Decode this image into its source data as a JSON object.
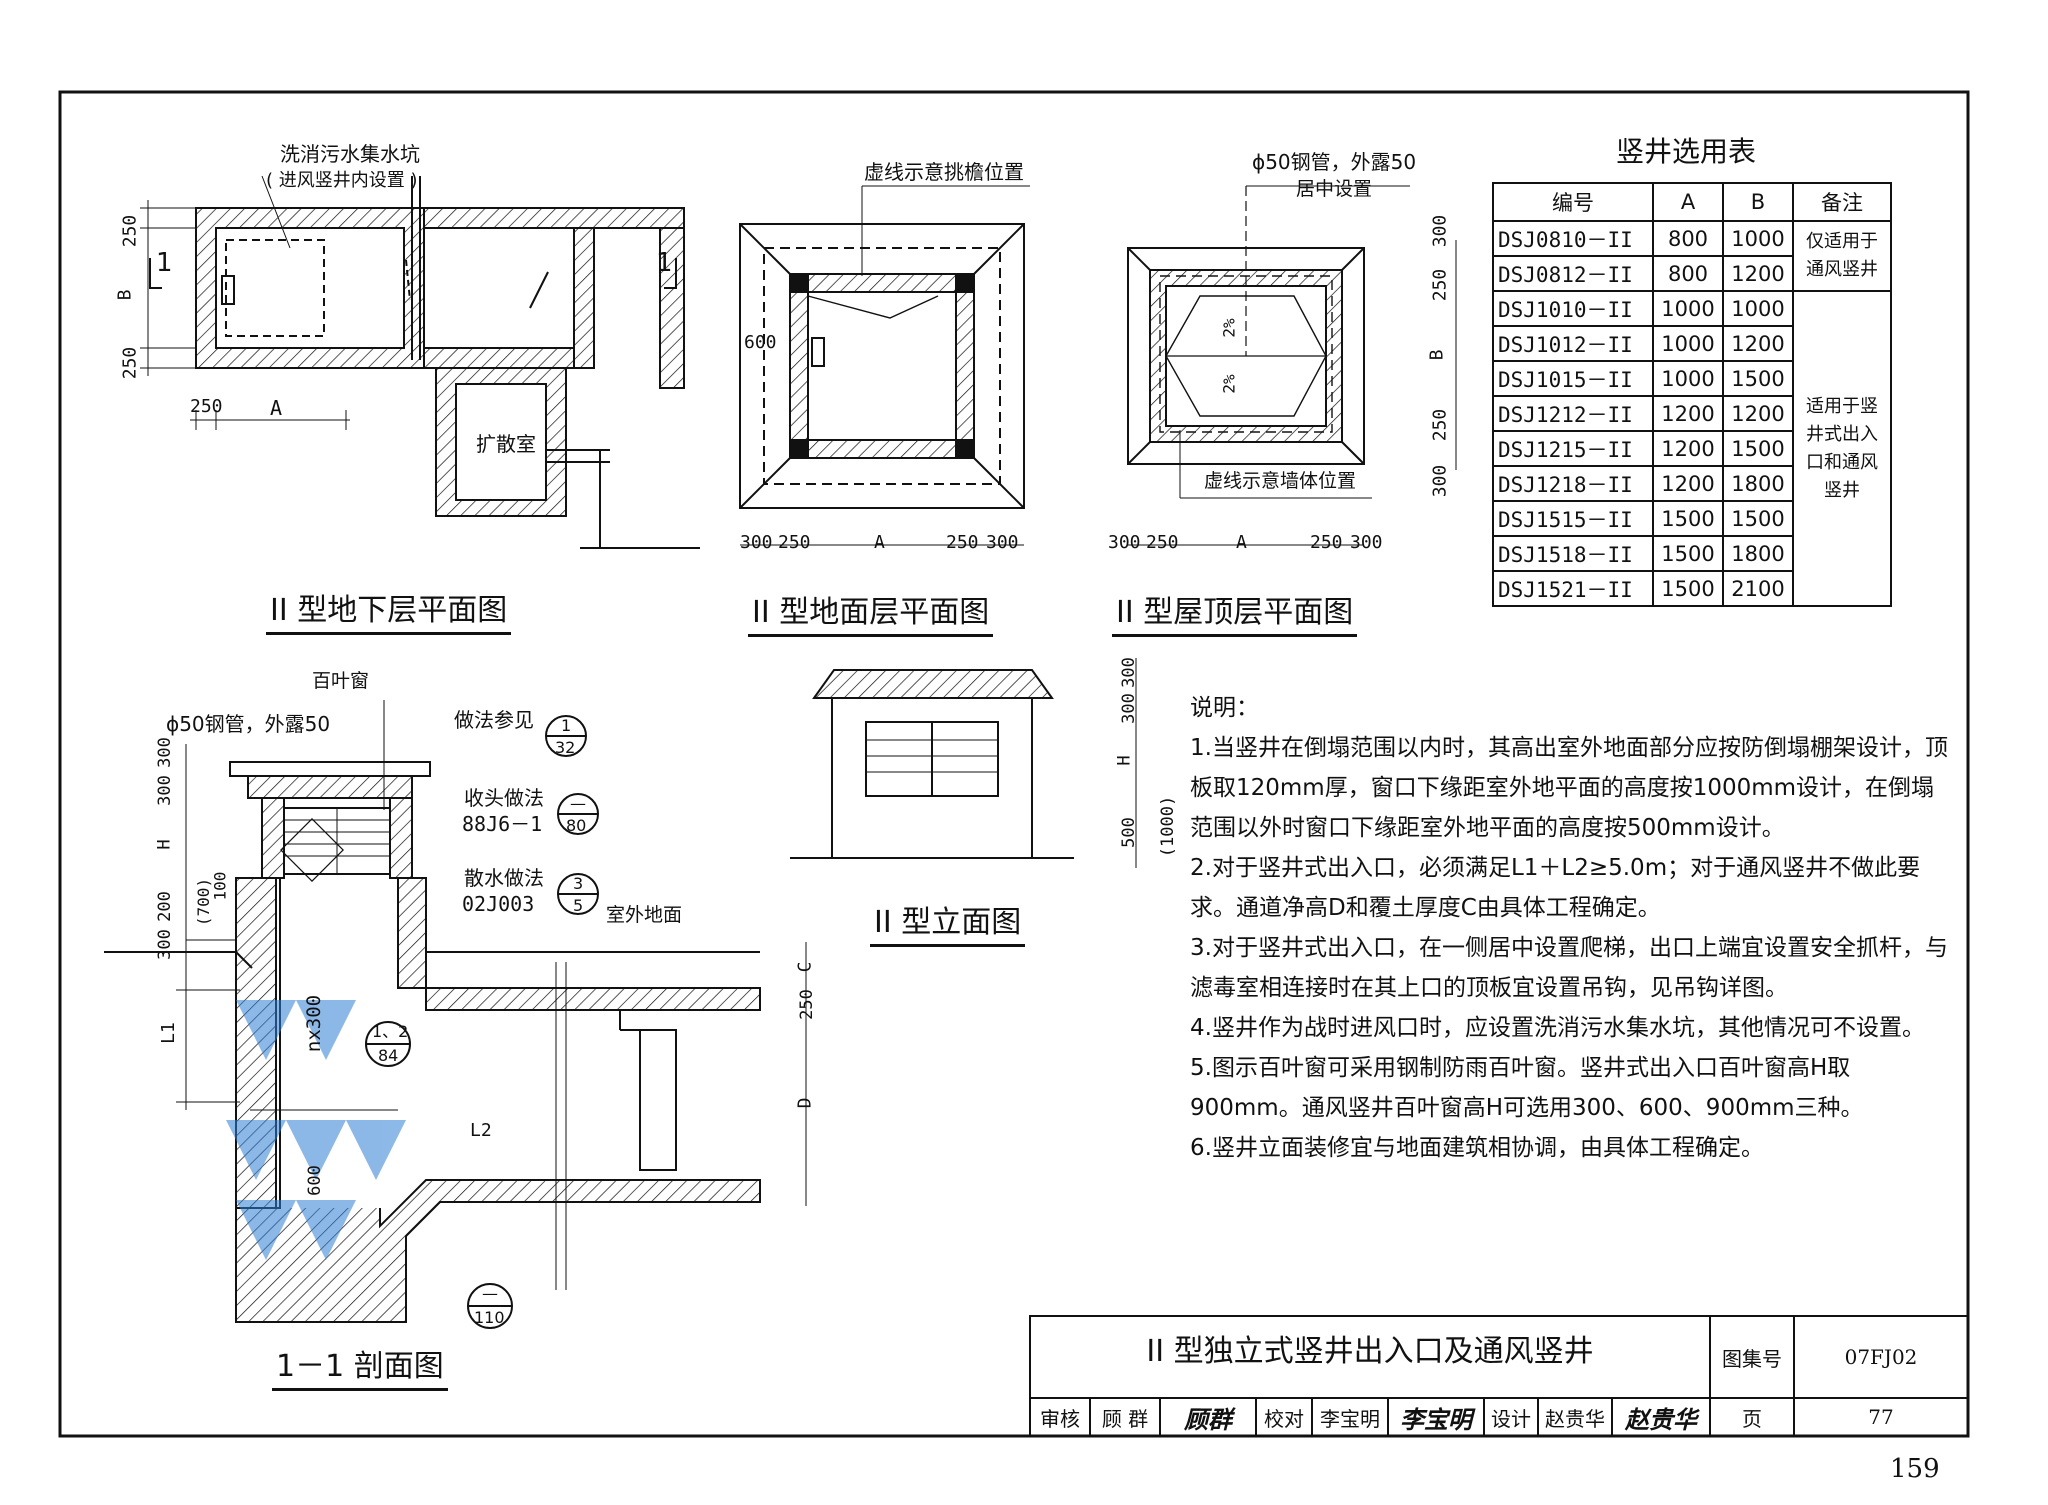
{
  "plans": {
    "basement": {
      "title": "II 型地下层平面图",
      "label_sump": "洗消污水集水坑",
      "label_sump_note": "( 进风竖井内设置 )",
      "label_room": "扩散室",
      "dim_250a": "250",
      "dim_250b": "250",
      "dim_b": "B",
      "dim_250c": "250",
      "dim_a": "A",
      "cut_mark": "1"
    },
    "ground": {
      "title": "II 型地面层平面图",
      "label_eave": "虚线示意挑檐位置",
      "dim_600": "600",
      "dims": [
        "300",
        "250",
        "A",
        "250",
        "300"
      ]
    },
    "roof": {
      "title": "II 型屋顶层平面图",
      "label_pipe": "ϕ50钢管，外露50",
      "label_pipe_note": "居中设置",
      "label_wall": "虚线示意墙体位置",
      "slope": "2%",
      "dims": [
        "300",
        "250",
        "A",
        "250",
        "300"
      ],
      "vdims": [
        "300",
        "250",
        "B",
        "250",
        "300"
      ]
    }
  },
  "section": {
    "title": "1－1 剖面图",
    "label_louver": "百叶窗",
    "label_pipe": "ϕ50钢管，外露50",
    "label_ref1": "做法参见",
    "ref1_top": "1",
    "ref1_bot": "32",
    "label_ref2": "收头做法",
    "ref2_code": "88J6－1",
    "ref2_top": "—",
    "ref2_bot": "80",
    "label_ref3": "散水做法",
    "ref3_code": "02J003",
    "ref3_top": "3",
    "ref3_bot": "5",
    "label_ground": "室外地面",
    "ref4_top": "1、2",
    "ref4_bot": "84",
    "ref5_top": "—",
    "ref5_bot": "110",
    "dims_left": [
      "300",
      "300",
      "H",
      "100",
      "200",
      "(700)",
      "300",
      "L1"
    ],
    "dim_nx300": "nx300",
    "dim_600": "600",
    "dim_l2": "L2",
    "dim_250": "250",
    "dim_c": "C",
    "dim_d": "D"
  },
  "elevation": {
    "title": "II 型立面图",
    "dims": [
      "300",
      "300",
      "H",
      "500",
      "(1000)"
    ]
  },
  "table": {
    "title": "竖井选用表",
    "headers": [
      "编号",
      "A",
      "B",
      "备注"
    ],
    "rows": [
      {
        "code": "DSJ0810－II",
        "a": "800",
        "b": "1000"
      },
      {
        "code": "DSJ0812－II",
        "a": "800",
        "b": "1200"
      },
      {
        "code": "DSJ1010－II",
        "a": "1000",
        "b": "1000"
      },
      {
        "code": "DSJ1012－II",
        "a": "1000",
        "b": "1200"
      },
      {
        "code": "DSJ1015－II",
        "a": "1000",
        "b": "1500"
      },
      {
        "code": "DSJ1212－II",
        "a": "1200",
        "b": "1200"
      },
      {
        "code": "DSJ1215－II",
        "a": "1200",
        "b": "1500"
      },
      {
        "code": "DSJ1218－II",
        "a": "1200",
        "b": "1800"
      },
      {
        "code": "DSJ1515－II",
        "a": "1500",
        "b": "1500"
      },
      {
        "code": "DSJ1518－II",
        "a": "1500",
        "b": "1800"
      },
      {
        "code": "DSJ1521－II",
        "a": "1500",
        "b": "2100"
      }
    ],
    "remark1": "仅适用于通风竖井",
    "remark2": "适用于竖井式出入口和通风竖井"
  },
  "notes": {
    "heading": "说明：",
    "items": [
      "1.当竖井在倒塌范围以内时，其高出室外地面部分应按防倒塌棚架设计，顶板取120mm厚，窗口下缘距室外地平面的高度按1000mm设计，在倒塌范围以外时窗口下缘距室外地平面的高度按500mm设计。",
      "2.对于竖井式出入口，必须满足L1＋L2≥5.0m；对于通风竖井不做此要求。通道净高D和覆土厚度C由具体工程确定。",
      "3.对于竖井式出入口，在一侧居中设置爬梯，出口上端宜设置安全抓杆，与滤毒室相连接时在其上口的顶板宜设置吊钩，见吊钩详图。",
      "4.竖井作为战时进风口时，应设置洗消污水集水坑，其他情况可不设置。",
      "5.图示百叶窗可采用钢制防雨百叶窗。竖井式出入口百叶窗高H取900mm。通风竖井百叶窗高H可选用300、600、900mm三种。",
      "6.竖井立面装修宜与地面建筑相协调，由具体工程确定。"
    ]
  },
  "titleblock": {
    "title": "II 型独立式竖井出入口及通风竖井",
    "atlas_label": "图集号",
    "atlas_value": "07FJ02",
    "page_label": "页",
    "page_value": "77",
    "review_label": "审核",
    "review_name": "顾 群",
    "review_sig": "顾群",
    "check_label": "校对",
    "check_name": "李宝明",
    "check_sig": "李宝明",
    "design_label": "设计",
    "design_name": "赵贵华",
    "design_sig": "赵贵华"
  },
  "page_number": "159",
  "colors": {
    "line": "#111111",
    "watermark": "#2f7fd6"
  }
}
